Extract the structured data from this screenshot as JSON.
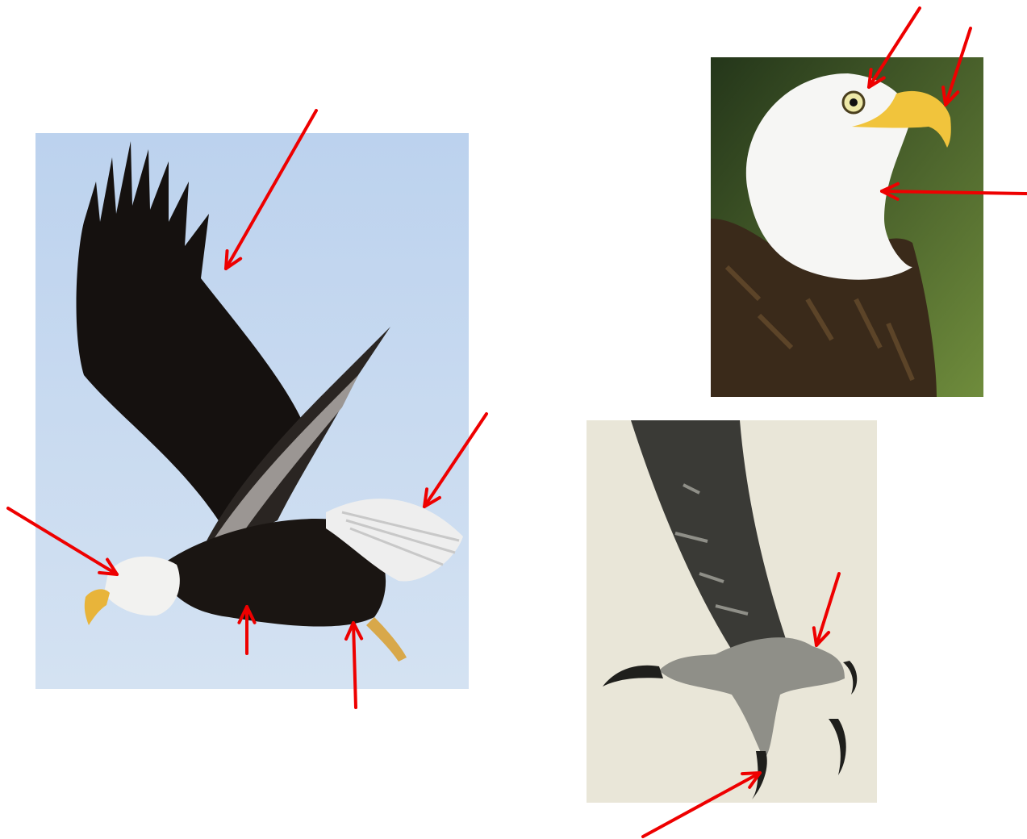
{
  "figure": {
    "background": "#ffffff",
    "arrow_color": "#ee0000",
    "arrows": [
      {
        "id": "arrow-wing"
      },
      {
        "id": "arrow-head-flight"
      },
      {
        "id": "arrow-belly"
      },
      {
        "id": "arrow-legs"
      },
      {
        "id": "arrow-tail"
      },
      {
        "id": "arrow-eye"
      },
      {
        "id": "arrow-beak"
      },
      {
        "id": "arrow-neck"
      },
      {
        "id": "arrow-toe"
      },
      {
        "id": "arrow-talon"
      }
    ]
  },
  "photos": {
    "flight": {
      "subject": "eagle-in-flight",
      "sky_color": "#c5d9ef",
      "body_color": "#1a1512",
      "head_color": "#f2f2f0",
      "beak_color": "#e8b43a"
    },
    "head": {
      "subject": "eagle-head-profile",
      "background_color": "#3f5a24",
      "head_color": "#f6f6f4",
      "body_color": "#3a2a1a",
      "beak_color": "#f1c43c"
    },
    "foot": {
      "subject": "eagle-foot-talons",
      "background_color": "#e9e6d8",
      "leg_color": "#3a3a36",
      "scale_color": "#8f8f88"
    }
  }
}
